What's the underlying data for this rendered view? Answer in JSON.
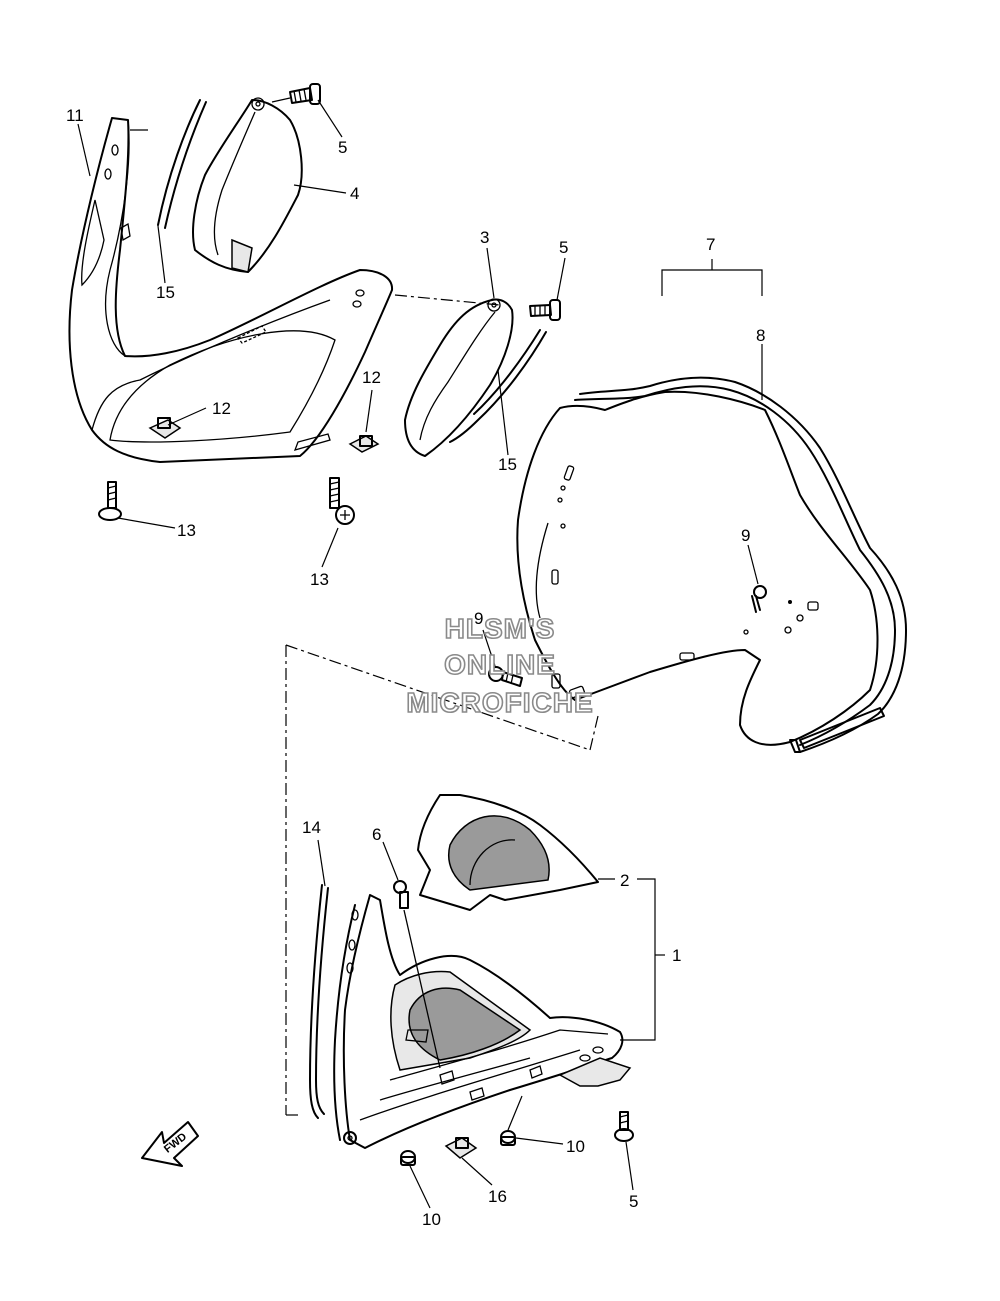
{
  "watermark": {
    "line1": "HLSM'S",
    "line2": "ONLINE",
    "line3": "MICROFICHE"
  },
  "fwd_label": "FWD",
  "callouts": {
    "c1": "1",
    "c2": "2",
    "c3": "3",
    "c4": "4",
    "c5_top": "5",
    "c5_mid": "5",
    "c5_bottom": "5",
    "c6": "6",
    "c7": "7",
    "c8": "8",
    "c9_right": "9",
    "c9_left": "9",
    "c10_right": "10",
    "c10_left": "10",
    "c11": "11",
    "c12_left": "12",
    "c12_right": "12",
    "c13_left": "13",
    "c13_mid": "13",
    "c14": "14",
    "c15_left": "15",
    "c15_right": "15",
    "c16": "16"
  }
}
